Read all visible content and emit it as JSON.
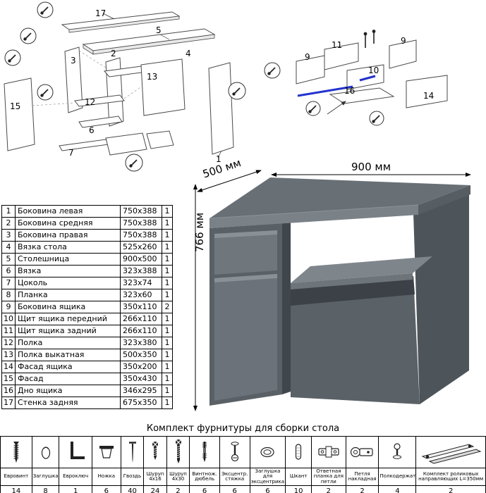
{
  "dimensions": {
    "width": "900 мм",
    "depth": "500 мм",
    "height": "766 мм"
  },
  "diagram_main": {
    "callouts": [
      "17",
      "5",
      "3",
      "13",
      "12",
      "15",
      "6",
      "7",
      "2",
      "4",
      "1"
    ]
  },
  "diagram_drawer": {
    "callouts": [
      "11",
      "9",
      "9",
      "10",
      "16",
      "14"
    ]
  },
  "parts_table": {
    "rows": [
      {
        "num": "1",
        "name": "Боковина левая",
        "size": "750x388",
        "qty": "1"
      },
      {
        "num": "2",
        "name": "Боковина средняя",
        "size": "750x388",
        "qty": "1"
      },
      {
        "num": "3",
        "name": "Боковина правая",
        "size": "750x388",
        "qty": "1"
      },
      {
        "num": "4",
        "name": "Вязка стола",
        "size": "525x260",
        "qty": "1"
      },
      {
        "num": "5",
        "name": "Столешница",
        "size": "900x500",
        "qty": "1"
      },
      {
        "num": "6",
        "name": "Вязка",
        "size": "323x388",
        "qty": "1"
      },
      {
        "num": "7",
        "name": "Цоколь",
        "size": "323x74",
        "qty": "1"
      },
      {
        "num": "8",
        "name": "Планка",
        "size": "323x60",
        "qty": "1"
      },
      {
        "num": "9",
        "name": "Боковина ящика",
        "size": "350x110",
        "qty": "2"
      },
      {
        "num": "10",
        "name": "Щит ящика передний",
        "size": "266x110",
        "qty": "1"
      },
      {
        "num": "11",
        "name": "Щит ящика задний",
        "size": "266x110",
        "qty": "1"
      },
      {
        "num": "12",
        "name": "Полка",
        "size": "323x380",
        "qty": "1"
      },
      {
        "num": "13",
        "name": "Полка выкатная",
        "size": "500x350",
        "qty": "1"
      },
      {
        "num": "14",
        "name": "Фасад ящика",
        "size": "350x200",
        "qty": "1"
      },
      {
        "num": "15",
        "name": "Фасад",
        "size": "350x430",
        "qty": "1"
      },
      {
        "num": "16",
        "name": "Дно ящика",
        "size": "346x295",
        "qty": "1"
      },
      {
        "num": "17",
        "name": "Стенка задняя",
        "size": "675x350",
        "qty": "1"
      }
    ]
  },
  "hardware": {
    "title": "Комплект фурнитуры для сборки стола",
    "items": [
      {
        "icon": "confirmat-screw-icon",
        "label": "Евровинт",
        "qty": "14"
      },
      {
        "icon": "cap-plug-icon",
        "label": "Заглушка",
        "qty": "8"
      },
      {
        "icon": "hex-key-icon",
        "label": "Евроключ",
        "qty": "1"
      },
      {
        "icon": "furniture-leg-icon",
        "label": "Ножка",
        "qty": "6"
      },
      {
        "icon": "nail-icon",
        "label": "Гвоздь",
        "qty": "40"
      },
      {
        "icon": "screw-icon",
        "label": "Шуруп 4x16",
        "qty": "24"
      },
      {
        "icon": "screw-long-icon",
        "label": "Шуруп 4x30",
        "qty": "2"
      },
      {
        "icon": "dowel-screw-icon",
        "label": "Винтнож. дюбель",
        "qty": "6"
      },
      {
        "icon": "cam-bolt-icon",
        "label": "Эксцентр. стяжка",
        "qty": "6"
      },
      {
        "icon": "cam-cap-icon",
        "label": "Заглушка для эксцентрика",
        "qty": "6"
      },
      {
        "icon": "wood-dowel-icon",
        "label": "Шкант",
        "qty": "10"
      },
      {
        "icon": "hinge-plate-icon",
        "label": "Ответная планка для петли",
        "qty": "2"
      },
      {
        "icon": "hinge-icon",
        "label": "Петля накладная",
        "qty": "2"
      },
      {
        "icon": "shelf-pin-icon",
        "label": "Полкодержатель",
        "qty": "4"
      },
      {
        "icon": "roller-guides-icon",
        "label": "Комплект роликовых направляющих L=350мм",
        "qty": "2"
      }
    ]
  }
}
